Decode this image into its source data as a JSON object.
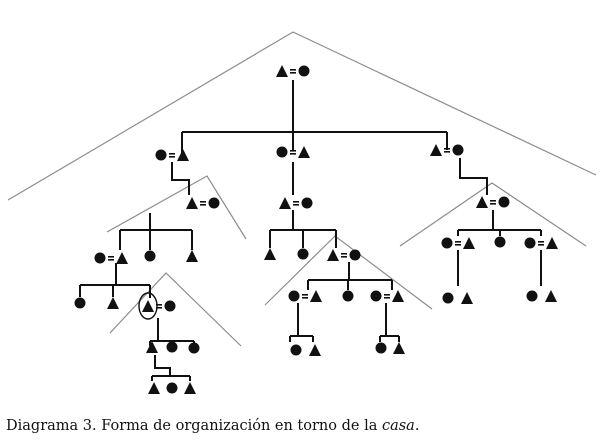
{
  "caption": {
    "main": "Diagrama 3. Forma de organización en torno de la ",
    "italic": "casa",
    "end": "."
  },
  "colors": {
    "symbol": "#111111",
    "line": "#111111",
    "casa_outline": "#8c8c8c",
    "background": "#ffffff"
  },
  "symbols": {
    "male": "triangle",
    "female": "circle",
    "marriage": "equals"
  }
}
